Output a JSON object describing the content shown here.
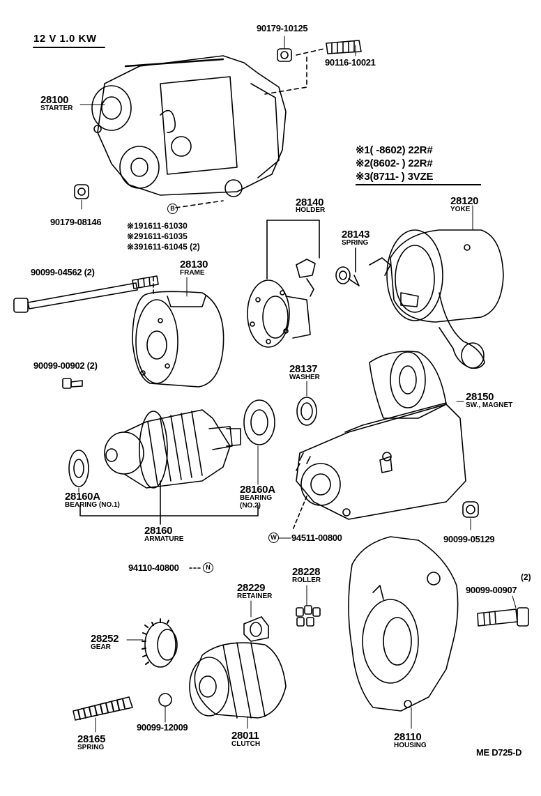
{
  "header": {
    "title": "12 V 1.0 KW"
  },
  "notes": [
    "※1(      -8602) 22R#",
    "※2(8602-        ) 22R#",
    "※3(8711-        ) 3VZE"
  ],
  "parts": {
    "starter": {
      "number": "28100",
      "name": "STARTER"
    },
    "nut_top": {
      "number": "90179-10125"
    },
    "stud_top": {
      "number": "90116-10021"
    },
    "nut_left": {
      "number": "90179-08146"
    },
    "kit_ref": {
      "letter": "B",
      "lines": [
        "※191611-61030",
        "※291611-61035",
        "※391611-61045 (2)"
      ]
    },
    "bolt_long": {
      "number": "90099-04562 (2)"
    },
    "frame": {
      "number": "28130",
      "name": "FRAME"
    },
    "screw_small": {
      "number": "90099-00902 (2)"
    },
    "holder": {
      "number": "28140",
      "name": "HOLDER"
    },
    "spring_brush": {
      "number": "28143",
      "name": "SPRING"
    },
    "yoke": {
      "number": "28120",
      "name": "YOKE"
    },
    "washer": {
      "number": "28137",
      "name": "WASHER"
    },
    "magnet": {
      "number": "28150",
      "name": "SW., MAGNET"
    },
    "bearing1": {
      "number": "28160A",
      "name": "BEARING (NO.1)"
    },
    "bearing2": {
      "number": "28160A",
      "name": "BEARING",
      "sub": "(NO.2)"
    },
    "armature": {
      "number": "28160",
      "name": "ARMATURE"
    },
    "ring_w": {
      "letter": "W",
      "number": "94511-00800"
    },
    "nut_right": {
      "number": "90099-05129"
    },
    "ring_n": {
      "letter": "N",
      "number": "94110-40800"
    },
    "retainer": {
      "number": "28229",
      "name": "RETAINER"
    },
    "roller": {
      "number": "28228",
      "name": "ROLLER"
    },
    "bolt_right": {
      "qty": "(2)",
      "number": "90099-00907"
    },
    "gear": {
      "number": "28252",
      "name": "GEAR"
    },
    "ball": {
      "number": "90099-12009"
    },
    "spring_drive": {
      "number": "28165",
      "name": "SPRING"
    },
    "clutch": {
      "number": "28011",
      "name": "CLUTCH"
    },
    "housing": {
      "number": "28110",
      "name": "HOUSING"
    }
  },
  "footer": {
    "code": "ME  D725-D"
  }
}
